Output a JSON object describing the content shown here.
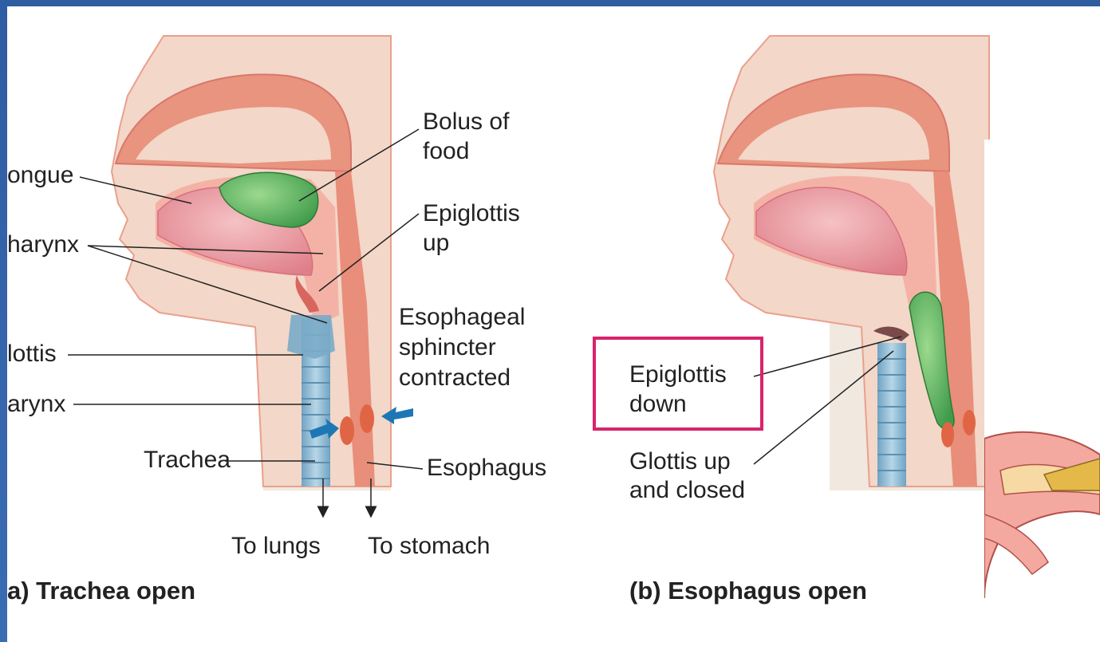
{
  "panel_a": {
    "labels": {
      "tongue": "ongue",
      "pharynx": "harynx",
      "glottis": "lottis",
      "larynx": "arynx",
      "trachea": "Trachea",
      "bolus_line1": "Bolus of",
      "bolus_line2": "food",
      "epiglottis_up_line1": "Epiglottis",
      "epiglottis_up_line2": "up",
      "sphincter_line1": "Esophageal",
      "sphincter_line2": "sphincter",
      "sphincter_line3": "contracted",
      "esophagus": "Esophagus",
      "to_lungs": "To lungs",
      "to_stomach": "To stomach"
    },
    "caption": "a) Trachea open"
  },
  "panel_b": {
    "labels": {
      "epiglottis_down_line1": "Epiglottis",
      "epiglottis_down_line2": "down",
      "glottis_up_line1": "Glottis up",
      "glottis_up_line2": "and closed"
    },
    "caption": "(b) Esophagus open"
  },
  "colors": {
    "tissue": "#f2b9a6",
    "skin_bg": "#f1e8df",
    "cavity_fill": "#e88e7a",
    "tongue": "#e7929a",
    "bolus": "#5cb860",
    "trachea": "#8dbad3",
    "arrow_blue": "#1e77b5",
    "sphincter": "#e06545",
    "highlight": "#d8246c",
    "frame": "#2e5da0"
  }
}
